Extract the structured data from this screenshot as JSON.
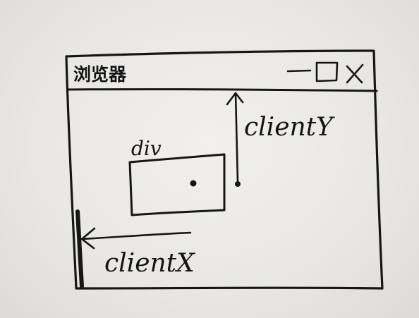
{
  "window": {
    "title": "浏览器",
    "controls": {
      "minimize_icon": "minimize-icon",
      "maximize_icon": "maximize-icon",
      "close_icon": "close-icon"
    }
  },
  "labels": {
    "div": "div",
    "client_y": "clientY",
    "client_x": "clientX"
  },
  "colors": {
    "ink": "#161616",
    "paper": "#eceae8"
  }
}
